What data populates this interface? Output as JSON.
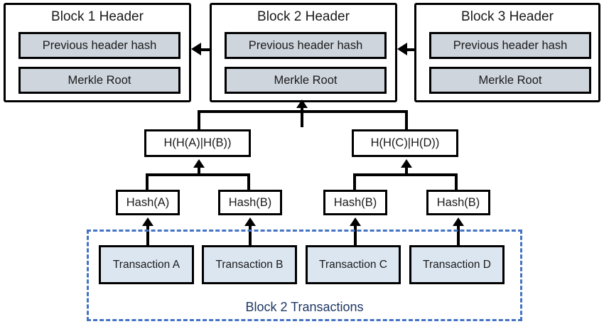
{
  "diagram": {
    "title": "Blockchain block header and Merkle tree structure",
    "colors": {
      "stroke": "#000000",
      "header_field_fill": "#ced5dd",
      "transaction_fill": "#dce6f1",
      "dashed_border": "#4472c4",
      "group_label_text": "#1f3864",
      "canvas_background": "#ffffff"
    },
    "blocks": [
      {
        "title": "Block 1 Header",
        "fields": [
          "Previous header hash",
          "Merkle Root"
        ]
      },
      {
        "title": "Block 2 Header",
        "fields": [
          "Previous header hash",
          "Merkle Root"
        ]
      },
      {
        "title": "Block 3 Header",
        "fields": [
          "Previous header hash",
          "Merkle Root"
        ]
      }
    ],
    "merkle_tree": {
      "branch_nodes": [
        "H(H(A)|H(B))",
        "H(H(C)|H(D))"
      ],
      "leaf_hash_nodes": [
        "Hash(A)",
        "Hash(B)",
        "Hash(B)",
        "Hash(B)"
      ]
    },
    "transaction_group": {
      "label": "Block 2 Transactions",
      "transactions": [
        "Transaction A",
        "Transaction B",
        "Transaction C",
        "Transaction D"
      ]
    },
    "arrows": {
      "block2_to_block1": "left-arrow",
      "block3_to_block2": "left-arrow",
      "merkle_root_inbound": "up-arrow"
    }
  }
}
